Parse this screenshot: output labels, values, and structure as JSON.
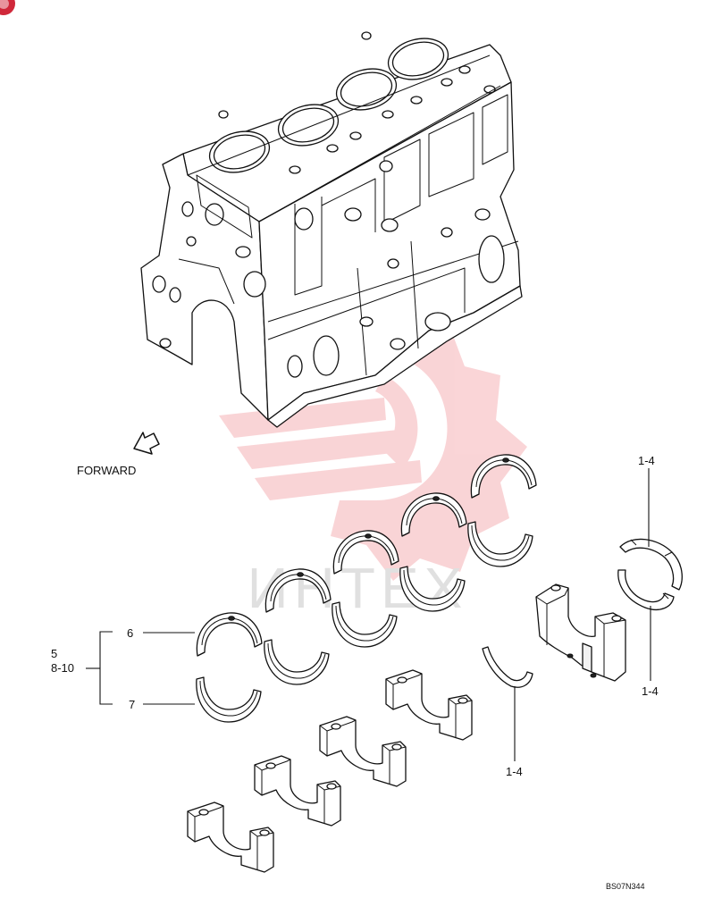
{
  "figure": {
    "forward_label": "FORWARD",
    "code": "BS07N344",
    "watermark_text": "ИНТЕХ",
    "callouts": {
      "upper_shell": "6",
      "lower_shell": "7",
      "group_main": "5",
      "group_range": "8-10",
      "washer_top": "1-4",
      "washer_right": "1-4",
      "washer_bottom": "1-4"
    }
  },
  "colors": {
    "line": "#111111",
    "watermark": "#e8404a",
    "watermark_text": "#bbbbbb"
  },
  "icons": [
    "forward-arrow-icon",
    "brand-badge-icon",
    "watermark-gear-icon"
  ]
}
